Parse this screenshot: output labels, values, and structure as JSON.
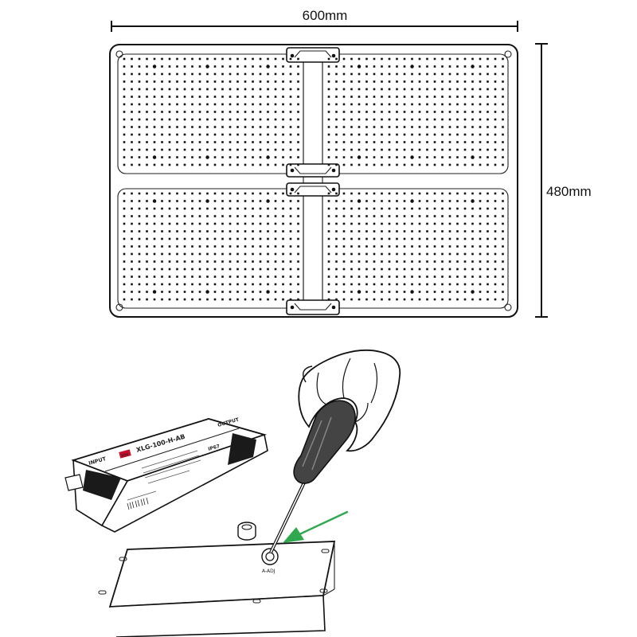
{
  "dimensions": {
    "width_label": "600mm",
    "height_label": "480mm"
  },
  "driver": {
    "model_label": "XLG-100-H-AB",
    "brand_badge": "MW",
    "input_label": "INPUT",
    "output_label": "OUTPUT",
    "rating_label": "IP67"
  },
  "adjust_label": "A-ADJ",
  "arrow_color": "#2fa84f",
  "screwdriver_handle_color": "#444444"
}
